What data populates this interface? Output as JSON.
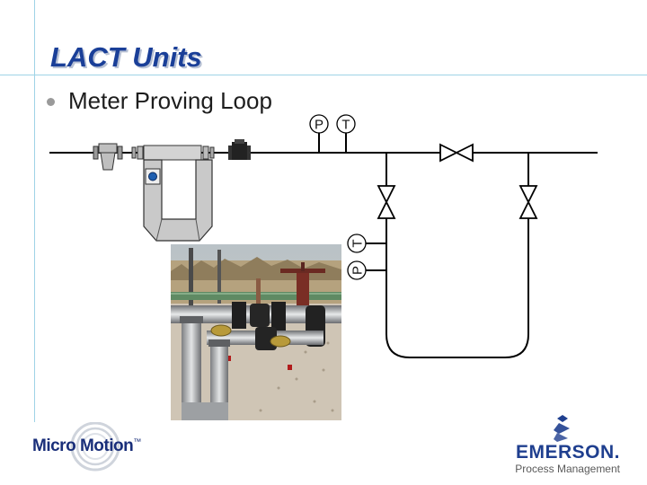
{
  "slide": {
    "title": "LACT Units",
    "bullet": "Meter Proving Loop"
  },
  "instruments": {
    "top_pressure": "P",
    "top_temperature": "T",
    "side_temperature": "T",
    "side_pressure": "P"
  },
  "logos": {
    "left_brand": "Micro Motion",
    "left_trademark": "™",
    "right_brand": "EMERSON.",
    "right_tagline": "Process Management"
  },
  "colors": {
    "title": "#1a3f98",
    "guide_lines": "#9fd3e6",
    "pipe": "#000000",
    "meter_body": "#c9c9c9",
    "emerson_blue": "#1f3f8f"
  }
}
